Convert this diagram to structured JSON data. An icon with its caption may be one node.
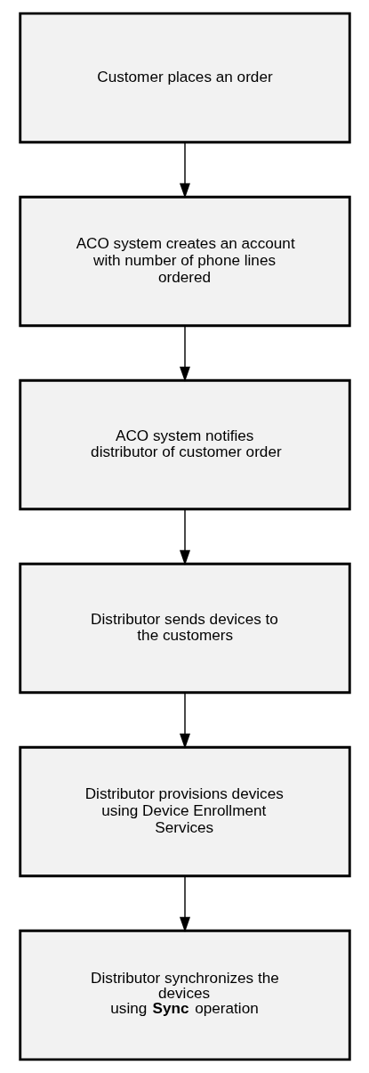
{
  "diagram": {
    "nodes": [
      {
        "text": [
          "Customer places an order"
        ]
      },
      {
        "text": [
          "ACO system creates an account with number of phone lines ordered"
        ]
      },
      {
        "text": [
          "ACO system notifies distributor of customer order"
        ]
      },
      {
        "text": [
          "Distributor sends devices to the customers"
        ]
      },
      {
        "text": [
          "Distributor provisions devices using Device Enrollment Services"
        ]
      },
      {
        "text": [
          "Distributor synchronizes the devices using **Sync** operation"
        ]
      }
    ],
    "edges": [
      {
        "from": 0,
        "to": 1,
        "arrow": "to"
      },
      {
        "from": 1,
        "to": 2,
        "arrow": "to"
      },
      {
        "from": 2,
        "to": 3,
        "arrow": "to"
      },
      {
        "from": 3,
        "to": 4,
        "arrow": "to"
      },
      {
        "from": 4,
        "to": 5,
        "arrow": "to"
      }
    ]
  }
}
